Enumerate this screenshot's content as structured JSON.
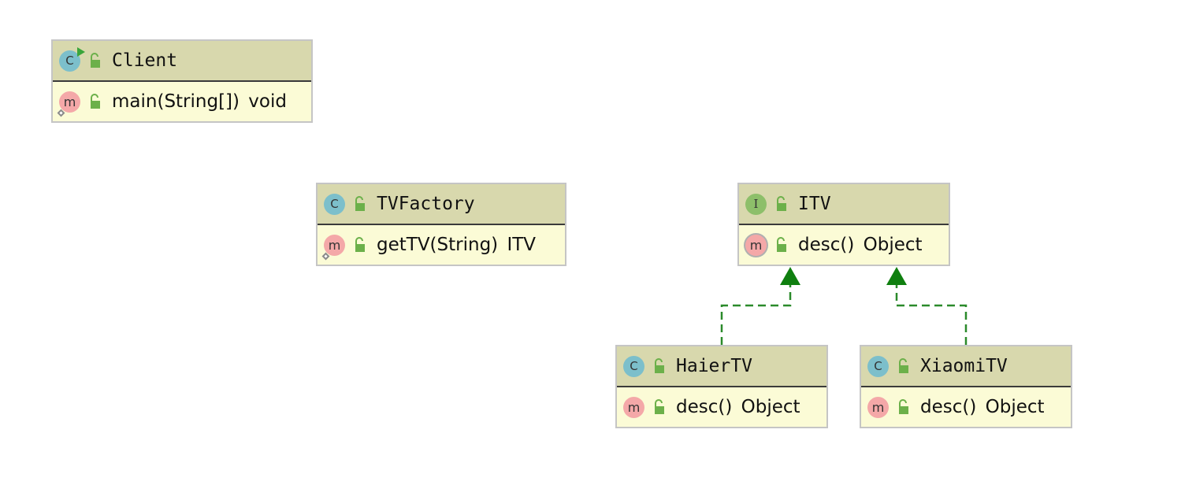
{
  "diagram": {
    "nodes": [
      {
        "id": "client",
        "kind": "class",
        "badge": "C",
        "runnable": true,
        "name": "Client",
        "members": [
          {
            "badge": "m",
            "static": true,
            "text": "main(String[]) void"
          }
        ]
      },
      {
        "id": "tvfactory",
        "kind": "class",
        "badge": "C",
        "runnable": false,
        "name": "TVFactory",
        "members": [
          {
            "badge": "m",
            "static": true,
            "text": "getTV(String) ITV"
          }
        ]
      },
      {
        "id": "itv",
        "kind": "interface",
        "badge": "I",
        "runnable": false,
        "name": "ITV",
        "members": [
          {
            "badge": "m",
            "abstract": true,
            "text": "desc() Object"
          }
        ]
      },
      {
        "id": "haiertv",
        "kind": "class",
        "badge": "C",
        "runnable": false,
        "name": "HaierTV",
        "members": [
          {
            "badge": "m",
            "text": "desc() Object"
          }
        ]
      },
      {
        "id": "xiaomitv",
        "kind": "class",
        "badge": "C",
        "runnable": false,
        "name": "XiaomiTV",
        "members": [
          {
            "badge": "m",
            "text": "desc() Object"
          }
        ]
      }
    ],
    "edges": [
      {
        "from": "haiertv",
        "to": "itv",
        "type": "implements",
        "style": "dashed"
      },
      {
        "from": "xiaomitv",
        "to": "itv",
        "type": "implements",
        "style": "dashed"
      }
    ],
    "colors": {
      "header": "#d8d8ad",
      "body": "#fbfbd6",
      "border": "#c5c5c5",
      "edge": "#2b8a2b",
      "arrowhead": "#0f7f0f",
      "class_badge": "#7cbfcb",
      "interface_badge": "#8dbf6a",
      "method_badge": "#f4a8a8",
      "public_lock": "#6cb04a"
    }
  }
}
